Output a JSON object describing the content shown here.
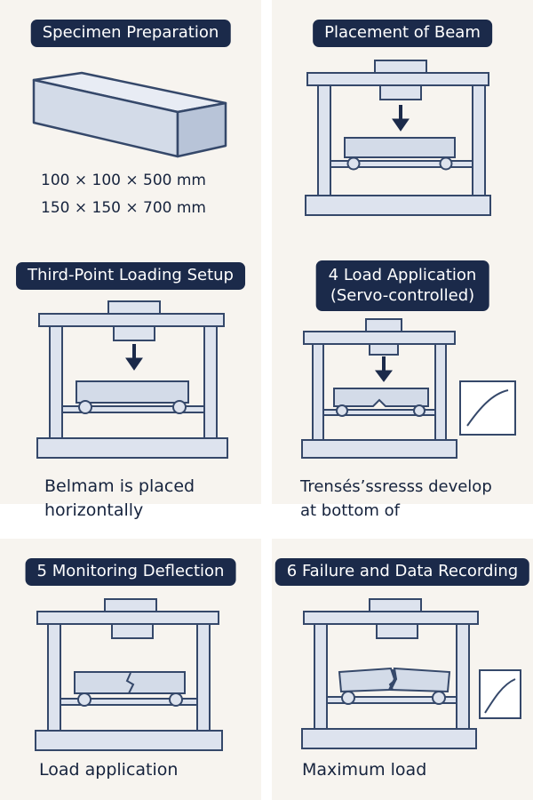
{
  "panels": [
    {
      "title": "Specimen Preparation",
      "lines": [
        "100 × 100 × 500 mm",
        "150 × 150 × 700 mm"
      ]
    },
    {
      "title": "Placement of Beam"
    },
    {
      "title": "Third-Point Loading Setup",
      "caption": [
        "Belmam is placed",
        "horizontally"
      ]
    },
    {
      "title_lines": [
        "4  Load Application",
        "(Servo-controlled)"
      ],
      "caption": [
        "Trensés’ssresss develop",
        "at bottom of"
      ]
    },
    {
      "title": "5  Monitoring Deflection",
      "caption": [
        "Load application"
      ]
    },
    {
      "title": "6  Failure and Data Recording",
      "caption": [
        "Maximum load"
      ]
    }
  ],
  "colors": {
    "navy": "#1b2a4a",
    "frame_fill": "#dde3ee",
    "beam_fill": "#d3dbe8",
    "stroke": "#35486a",
    "panel_bg": "#f7f4ef"
  },
  "icons": [
    "box-beam-icon",
    "load-frame-icon",
    "down-arrow-icon",
    "roller-support-icon",
    "load-curve-icon",
    "crack-icon"
  ]
}
